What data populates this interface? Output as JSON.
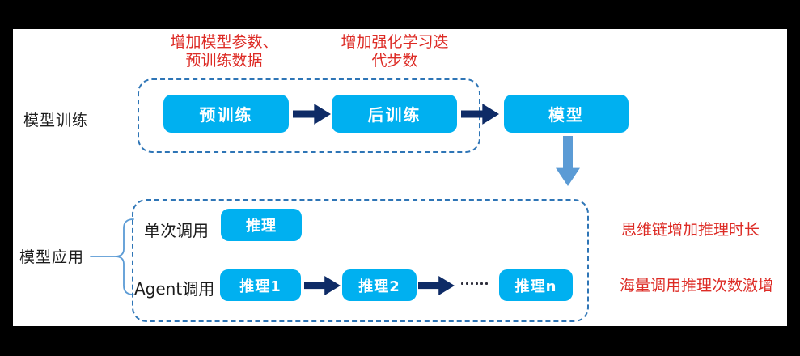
{
  "diagram": {
    "title_hint": "model training and application flow",
    "colors": {
      "panel_background": "#ffffff",
      "frame_background": "#000000",
      "box_fill": "#00B0F0",
      "box_text": "#ffffff",
      "arrow_navy": "#0E2B66",
      "arrow_light_blue": "#5B9BD5",
      "dashed_border_blue": "#2E75B6",
      "bracket_blue": "#5B9BD5",
      "annotation_red": "#DD2B25",
      "label_black": "#1c1c1c"
    },
    "training": {
      "section_label": "模型训练",
      "annotation_pretrain_line1": "增加模型参数、",
      "annotation_pretrain_line2": "预训练数据",
      "annotation_rl_line1": "增加强化学习迭",
      "annotation_rl_line2": "代步数",
      "box_pretrain": "预训练",
      "box_posttrain": "后训练",
      "box_model": "模型"
    },
    "application": {
      "section_label": "模型应用",
      "row_single_label": "单次调用",
      "row_single_box": "推理",
      "row_agent_label": "Agent调用",
      "row_agent_box1": "推理1",
      "row_agent_box2": "推理2",
      "row_agent_ellipsis": "……",
      "row_agent_boxn": "推理n",
      "annotation_cot": "思维链增加推理时长",
      "annotation_calls": "海量调用推理次数激增"
    }
  }
}
